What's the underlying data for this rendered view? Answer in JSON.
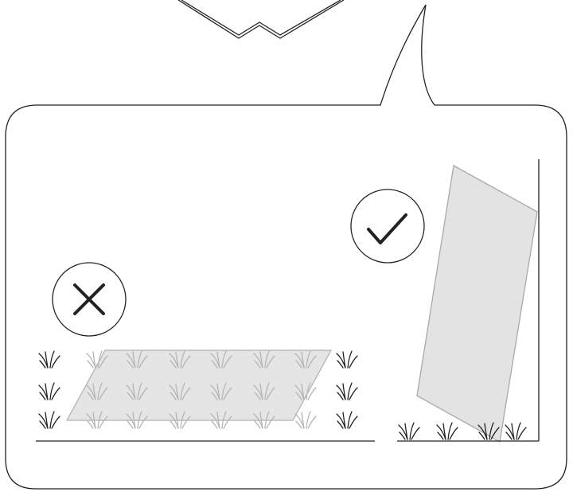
{
  "illustration": {
    "panels": [
      {
        "id": "wrong",
        "symbol": "cross-icon",
        "meaning": "incorrect"
      },
      {
        "id": "correct",
        "symbol": "checkmark-icon",
        "meaning": "correct"
      }
    ]
  },
  "colors": {
    "outline": "#222222",
    "panel_fill": "#e3e3e3",
    "panel_stroke": "#a9a9a9",
    "faded_grass": "#b5b5b5",
    "background": "#ffffff"
  }
}
